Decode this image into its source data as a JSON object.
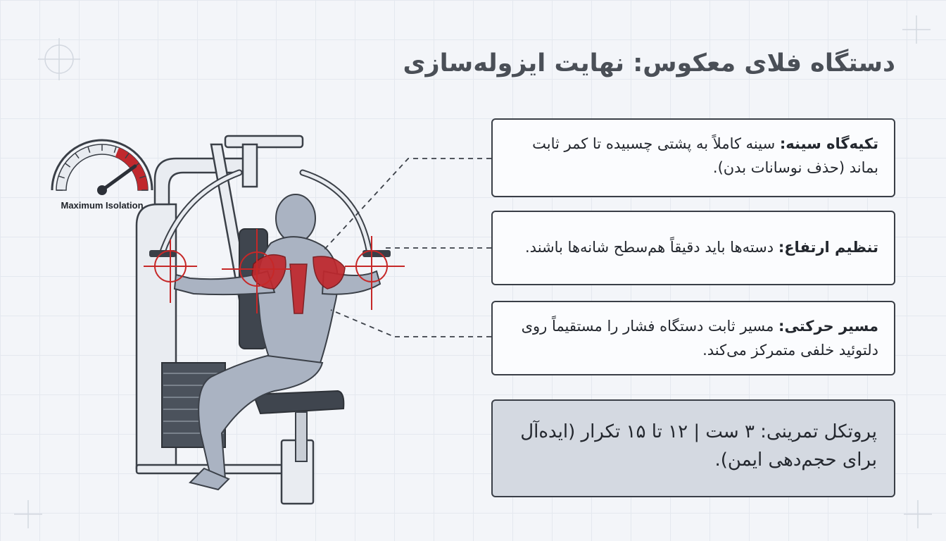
{
  "title": "دستگاه فلای معکوس: نهایت ایزوله‌سازی",
  "gauge": {
    "label": "Maximum Isolation",
    "level_fraction": 0.8,
    "accent_color": "#c0282d"
  },
  "cards": [
    {
      "heading": "تکیه‌گاه سینه:",
      "body": "سینه کاملاً به پشتی چسبیده تا کمر ثابت بماند (حذف نوسانات بدن)."
    },
    {
      "heading": "تنظیم ارتفاع:",
      "body": "دسته‌ها باید دقیقاً هم‌سطح شانه‌ها باشند."
    },
    {
      "heading": "مسیر حرکتی:",
      "body": "مسیر ثابت دستگاه فشار را مستقیماً روی دلتوئید خلفی متمرکز می‌کند."
    }
  ],
  "protocol": {
    "text": "پروتکل تمرینی: ۳ ست | ۱۲ تا ۱۵ تکرار (ایده‌آل برای حجم‌دهی ایمن)."
  },
  "icons": [
    "gauge-icon",
    "target-crosshair-icon",
    "reverse-fly-machine-illustration",
    "corner-crosshair-icon"
  ],
  "colors": {
    "muscle_highlight": "#c0282d",
    "target": "#c62828",
    "card_border": "#3a3f47",
    "protocol_background": "#d4d9e1"
  }
}
